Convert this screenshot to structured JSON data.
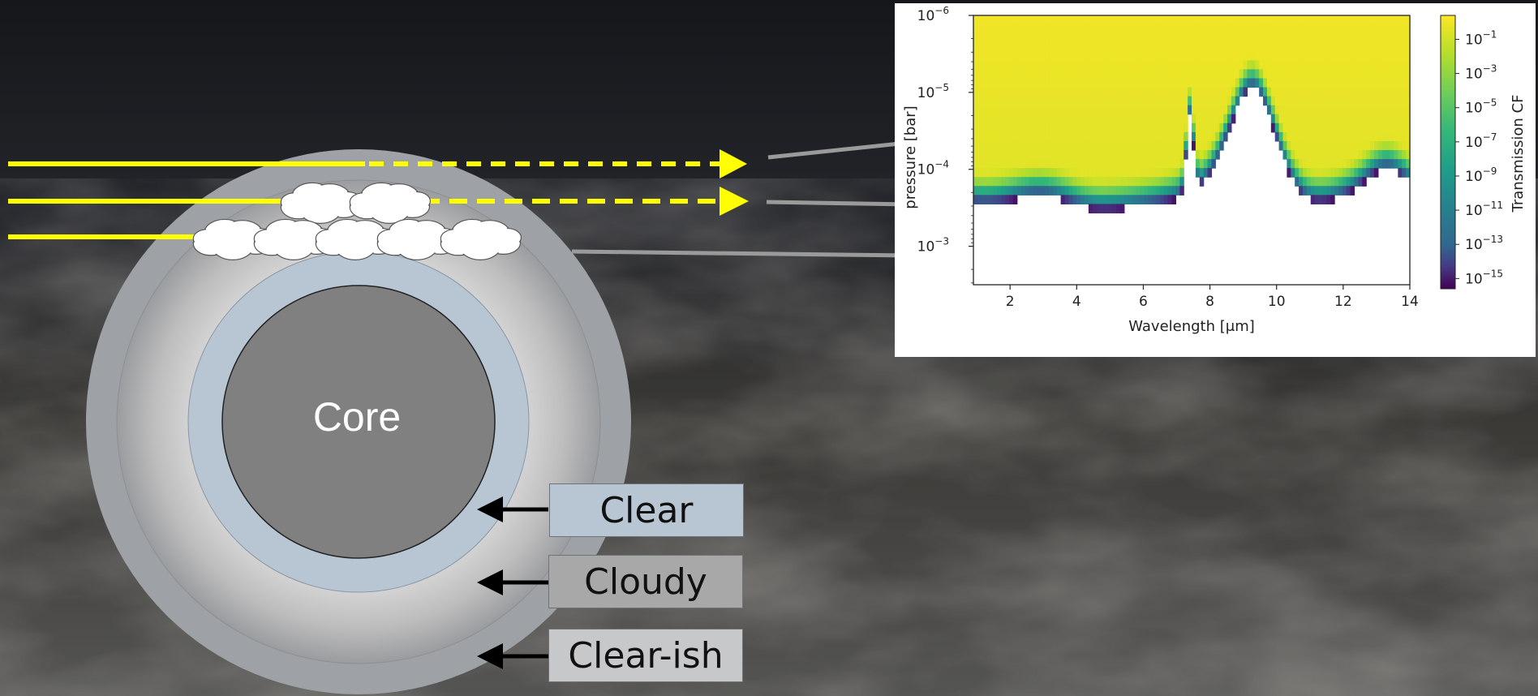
{
  "diagram": {
    "core_label": "Core",
    "layer_labels": [
      {
        "text": "Clear",
        "color": "#b8c6d4"
      },
      {
        "text": "Cloudy",
        "color": "#a8a8a8"
      },
      {
        "text": "Clear-ish",
        "color": "#c6c8ca"
      }
    ],
    "ray_color": "#ffff00",
    "pointer_arrow_color": "#9a9a9a"
  },
  "chart_data": {
    "type": "heatmap",
    "xlabel": "Wavelength [μm]",
    "ylabel": "pressure [bar]",
    "colorbar_label": "Transmission CF",
    "colormap": "viridis",
    "x_ticks": [
      "2",
      "4",
      "6",
      "8",
      "10",
      "12",
      "14"
    ],
    "y_ticks": [
      "10^-6",
      "10^-5",
      "10^-4",
      "10^-3"
    ],
    "colorbar_ticks": [
      "10^-1",
      "10^-3",
      "10^-5",
      "10^-7",
      "10^-9",
      "10^-11",
      "10^-13",
      "10^-15"
    ],
    "xlim": [
      0.9,
      14
    ],
    "ylim_log10_bar": [
      -6,
      -2.5
    ],
    "y_scale": "log",
    "colorbar_scale": "log"
  }
}
